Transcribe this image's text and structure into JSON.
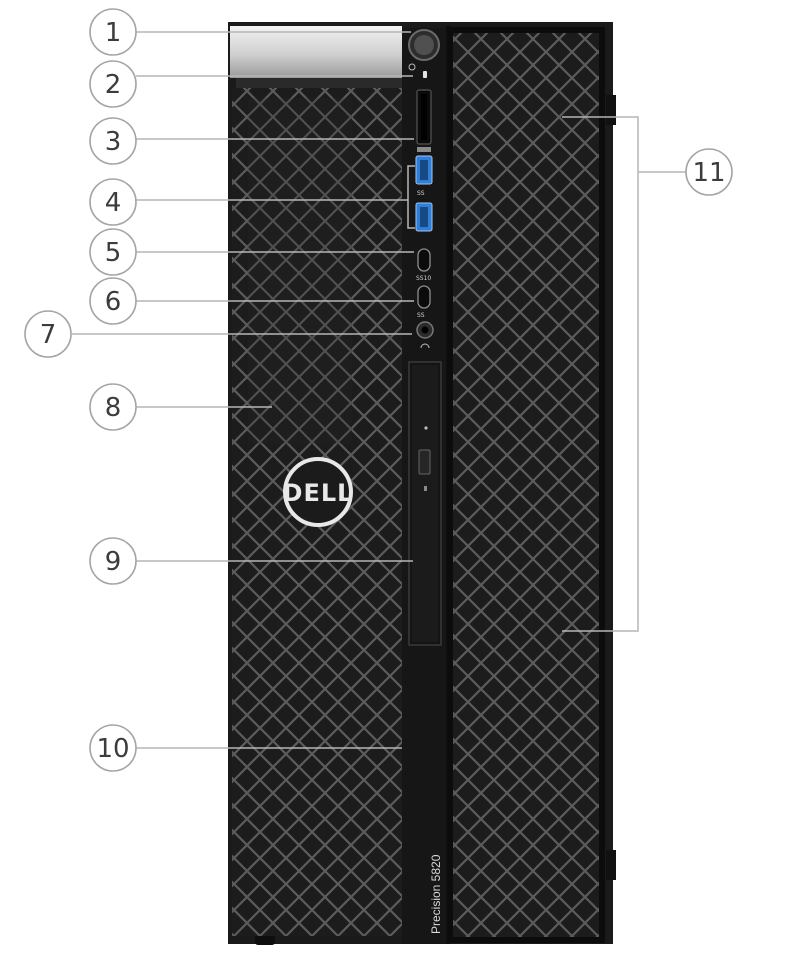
{
  "product": {
    "model_label": "Precision 5820",
    "logo_text": "DELL",
    "port_mark_superspeed": "SS",
    "port_mark_superspeed_10": "SS10"
  },
  "callouts": [
    {
      "number": "1"
    },
    {
      "number": "2"
    },
    {
      "number": "3"
    },
    {
      "number": "4"
    },
    {
      "number": "5"
    },
    {
      "number": "6"
    },
    {
      "number": "7"
    },
    {
      "number": "8"
    },
    {
      "number": "9"
    },
    {
      "number": "10"
    },
    {
      "number": "11"
    }
  ],
  "colors": {
    "chassis": "#1e1e1e",
    "mesh_line": "#5a5a5a",
    "callout_line": "#b5b5b5",
    "callout_circle": "#a5a5a5",
    "usb_blue": "#2f7fd8",
    "handle_silver": "#d8d8d8"
  }
}
